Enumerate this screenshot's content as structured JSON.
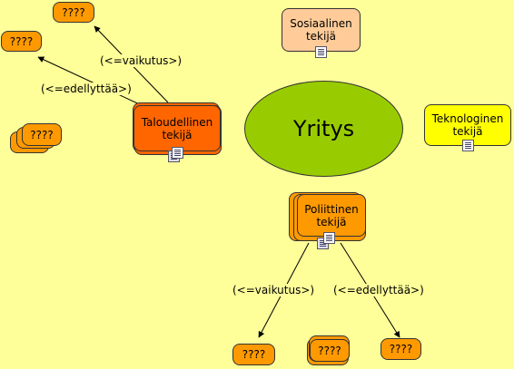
{
  "center": {
    "label": "Yritys"
  },
  "nodes": {
    "sosiaalinen": "Sosiaalinen tekijä",
    "teknologinen": "Teknologinen tekijä",
    "taloudellinen": "Taloudellinen tekijä",
    "poliittinen": "Poliittinen tekijä",
    "q_top": "????",
    "q_left": "????",
    "q_stack_left": "????",
    "q_bottom_left": "????",
    "q_bottom_mid": "????",
    "q_bottom_right": "????"
  },
  "links": {
    "tal_vaikutus": "(<=vaikutus>)",
    "tal_edellyttaa": "(<=edellyttää>)",
    "pol_vaikutus": "(<=vaikutus>)",
    "pol_edellyttaa": "(<=edellyttää>)"
  },
  "icons": [
    "document-icon"
  ],
  "colors": {
    "background": "#ffff99",
    "center": "#99cc00",
    "orange": "#ff9900",
    "redorange": "#ff6600",
    "peach": "#ffcc99",
    "yellow": "#ffff00"
  }
}
